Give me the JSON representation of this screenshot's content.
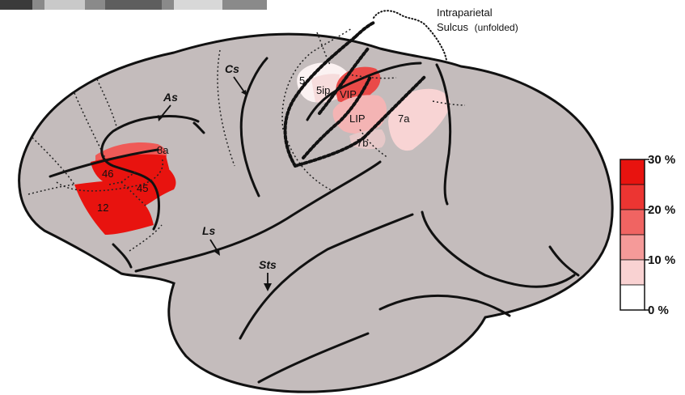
{
  "colors": {
    "cortex": "#c4bcbc",
    "sulcus_line": "#111111",
    "outline": "#111111",
    "scale_top": "#e8130f",
    "scale_bottom": "#ffffff"
  },
  "annotation": {
    "line1": "Intraparietal",
    "line2_main": "Sulcus",
    "line2_paren": "(unfolded)"
  },
  "sulci": {
    "as": "As",
    "cs": "Cs",
    "ls": "Ls",
    "sts": "Sts"
  },
  "areas": [
    {
      "id": "8a",
      "label": "8a",
      "color": "#ef5a57"
    },
    {
      "id": "46",
      "label": "46",
      "color": "#e8130f"
    },
    {
      "id": "45",
      "label": "45",
      "color": "#e8130f"
    },
    {
      "id": "12",
      "label": "12",
      "color": "#e8130f"
    },
    {
      "id": "5",
      "label": "5",
      "color": "#fbf2f2"
    },
    {
      "id": "5ip",
      "label": "5ip",
      "color": "#f6dcdc"
    },
    {
      "id": "VIP",
      "label": "VIP",
      "color": "#ea4a48"
    },
    {
      "id": "LIP",
      "label": "LIP",
      "color": "#f4b4b4"
    },
    {
      "id": "7a",
      "label": "7a",
      "color": "#f8d4d4"
    },
    {
      "id": "7b",
      "label": "7b",
      "color": "#e6c8c8"
    }
  ],
  "scale": {
    "ticks": [
      "30 %",
      "20 %",
      "10 %",
      "0 %"
    ],
    "bins": [
      "#e8130f",
      "#ec3532",
      "#f06462",
      "#f59a99",
      "#f9d2d2",
      "#ffffff"
    ]
  }
}
